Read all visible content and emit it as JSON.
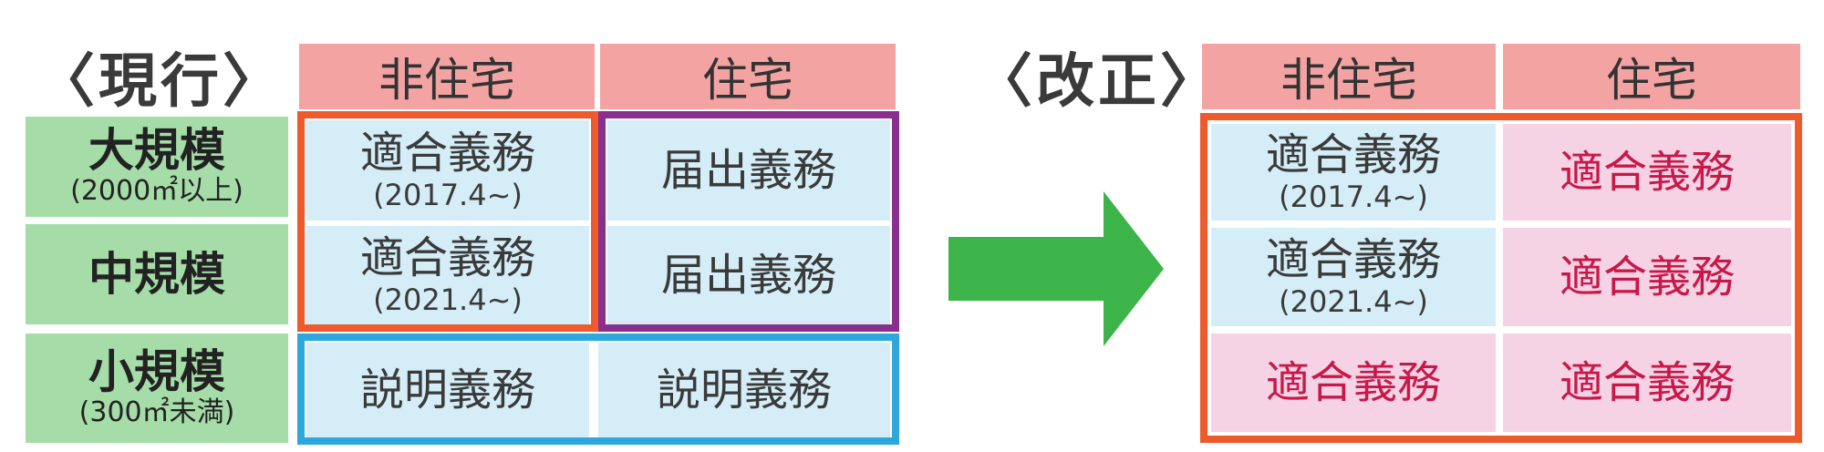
{
  "colors": {
    "header_pink": "#f4a3a3",
    "row_header_green": "#a5dca8",
    "cell_blue": "#d4edf7",
    "cell_pink": "#f5d3e4",
    "frame_orange": "#ee5a2c",
    "frame_purple": "#8b2f8f",
    "frame_blue": "#2ea8dc",
    "arrow_green": "#3db449",
    "emphasis_red": "#c8184a"
  },
  "current": {
    "title": "〈現行〉",
    "columns": [
      "非住宅",
      "住宅"
    ],
    "rows": [
      {
        "label": "大規模",
        "sub": "(2000㎡以上)"
      },
      {
        "label": "中規模",
        "sub": ""
      },
      {
        "label": "小規模",
        "sub": "(300㎡未満)"
      }
    ],
    "cells": [
      [
        {
          "main": "適合義務",
          "sub": "(2017.4~)"
        },
        {
          "main": "届出義務",
          "sub": ""
        }
      ],
      [
        {
          "main": "適合義務",
          "sub": "(2021.4~)"
        },
        {
          "main": "届出義務",
          "sub": ""
        }
      ],
      [
        {
          "main": "説明義務",
          "sub": ""
        },
        {
          "main": "説明義務",
          "sub": ""
        }
      ]
    ]
  },
  "arrow": {
    "icon": "right-arrow-icon"
  },
  "revised": {
    "title": "〈改正〉",
    "columns": [
      "非住宅",
      "住宅"
    ],
    "cells": [
      [
        {
          "main": "適合義務",
          "sub": "(2017.4~)"
        },
        {
          "main": "適合義務",
          "sub": ""
        }
      ],
      [
        {
          "main": "適合義務",
          "sub": "(2021.4~)"
        },
        {
          "main": "適合義務",
          "sub": ""
        }
      ],
      [
        {
          "main": "適合義務",
          "sub": ""
        },
        {
          "main": "適合義務",
          "sub": ""
        }
      ]
    ]
  }
}
